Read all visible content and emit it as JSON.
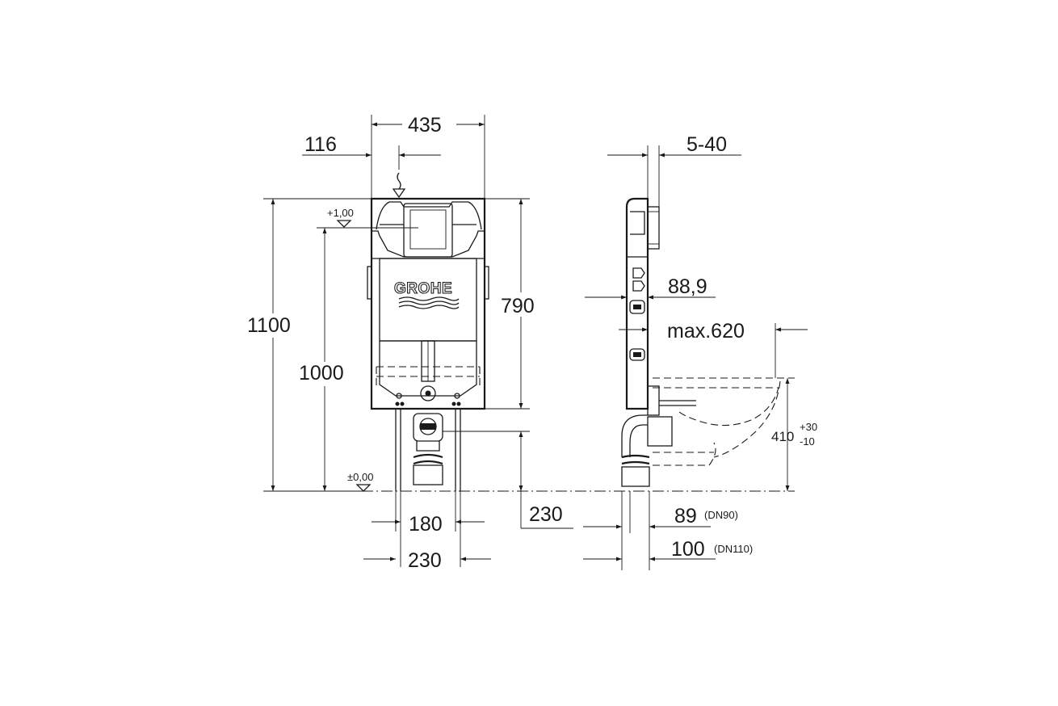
{
  "front_view": {
    "width_total": "435",
    "offset_left": "116",
    "height_total": "1100",
    "height_frame": "1000",
    "height_cistern": "790",
    "level_top": "+1,00",
    "level_floor": "±0,00",
    "bottom_width_inner": "180",
    "bottom_width_outer": "230",
    "bottom_offset": "230",
    "logo": "GROHE"
  },
  "side_view": {
    "wall_gap": "5-40",
    "depth": "88,9",
    "max_projection": "max.620",
    "bowl_height": "410",
    "bowl_height_tol_plus": "+30",
    "bowl_height_tol_minus": "-10",
    "pipe_dn90": "89",
    "pipe_dn90_label": "(DN90)",
    "pipe_dn110": "100",
    "pipe_dn110_label": "(DN110)"
  }
}
